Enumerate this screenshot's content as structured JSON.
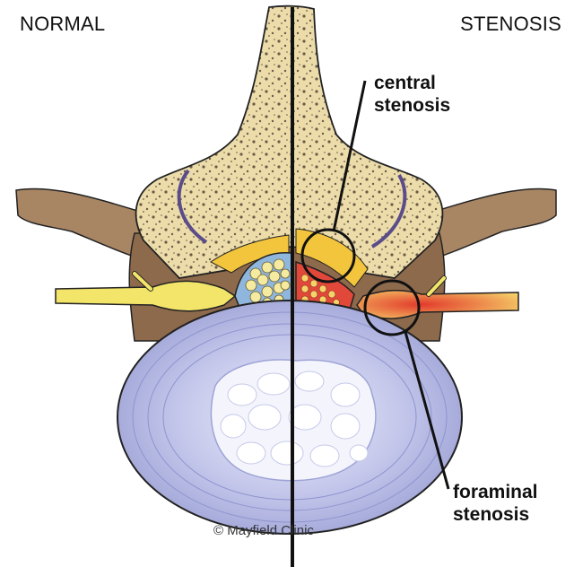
{
  "labels": {
    "normal": "NORMAL",
    "stenosis": "STENOSIS",
    "central": [
      "central",
      "stenosis"
    ],
    "foraminal": [
      "foraminal",
      "stenosis"
    ],
    "credit": "© Mayfield Clinic"
  },
  "colors": {
    "bone": "#ecdcaa",
    "bone_dark": "#5a4a3a",
    "ligament": "#f2c53d",
    "nerve": "#f3e56a",
    "disc": "#b9bde3",
    "disc_core": "#e6e9f7",
    "inflamed": "#e94b3c",
    "outline": "#111111"
  }
}
